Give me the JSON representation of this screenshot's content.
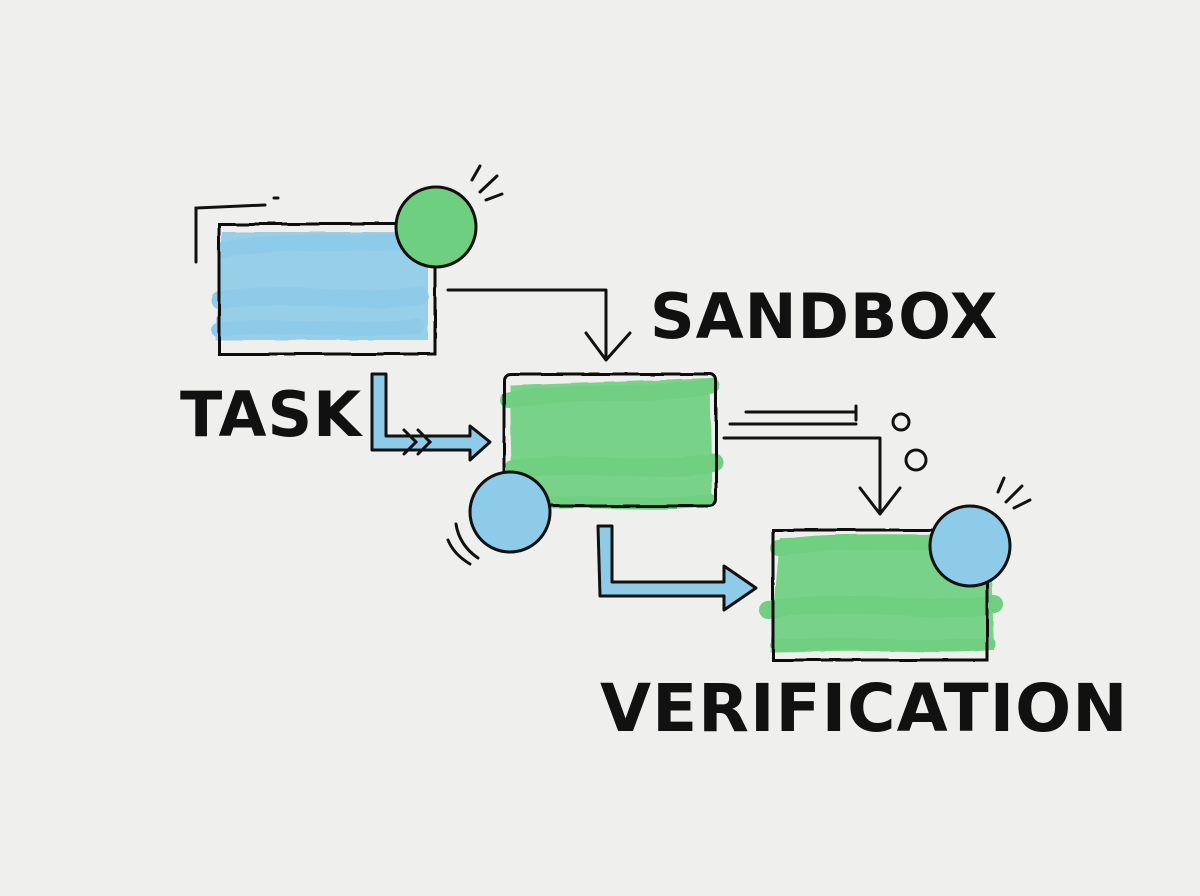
{
  "labels": {
    "task": "TASK",
    "sandbox": "SANDBOX",
    "verification": "VERIFICATION"
  },
  "colors": {
    "background": "#efefed",
    "ink": "#111111",
    "blue": "#8ecbe8",
    "green": "#6fcf80"
  },
  "nodes": [
    {
      "id": "task",
      "fill": "blue",
      "badge": "green"
    },
    {
      "id": "sandbox",
      "fill": "green",
      "badge": "blue"
    },
    {
      "id": "verification",
      "fill": "green",
      "badge": "blue"
    }
  ]
}
